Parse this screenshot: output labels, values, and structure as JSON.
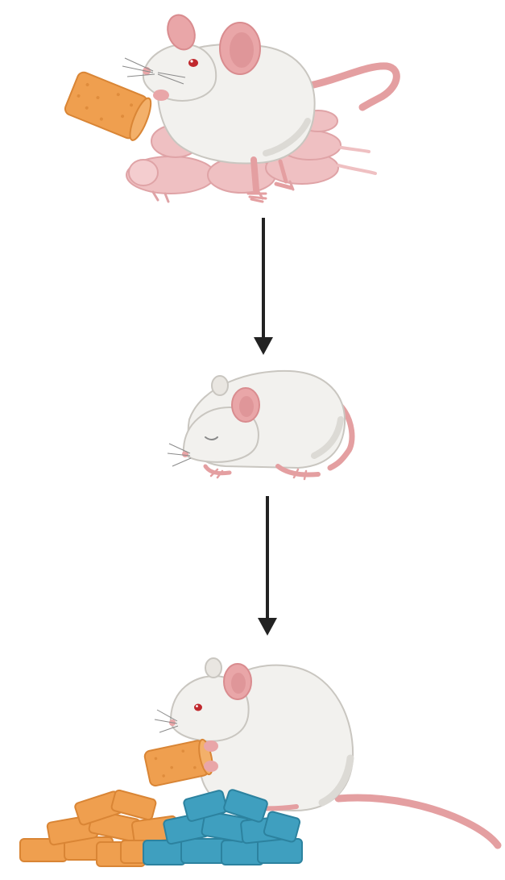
{
  "diagram": {
    "kind": "mouse diet timeline",
    "stages": [
      {
        "id": "dam-with-pups",
        "elements": [
          "white-mouse-dam",
          "pink-pups",
          "orange-chow-pellet"
        ]
      },
      {
        "id": "weaned-mouse",
        "elements": [
          "white-mouse-crouched-eyes-closed"
        ]
      },
      {
        "id": "adult-mouse-with-diets",
        "elements": [
          "white-mouse-adult",
          "orange-chow-pile",
          "blue-chow-pile"
        ]
      }
    ],
    "arrows": [
      {
        "from": "dam-with-pups",
        "to": "weaned-mouse",
        "icon": "arrow-down-icon"
      },
      {
        "from": "weaned-mouse",
        "to": "adult-mouse-with-diets",
        "icon": "arrow-down-icon"
      }
    ],
    "colors": {
      "background": "#ffffff",
      "mouse_body": "#f2f1ee",
      "mouse_shade": "#dcdad5",
      "mouse_outline": "#c9c6c0",
      "ear_pink": "#e9a6a8",
      "ear_inner": "#d98c8f",
      "tail_pink": "#e49fa1",
      "pup_pink": "#efc0c2",
      "pup_shade": "#dfa3a6",
      "eye_red": "#c0282d",
      "chow_orange": "#ef9f4f",
      "chow_orange_dark": "#d98535",
      "chow_blue": "#3f9fbf",
      "chow_blue_dark": "#2c829f",
      "arrow": "#222222"
    }
  }
}
